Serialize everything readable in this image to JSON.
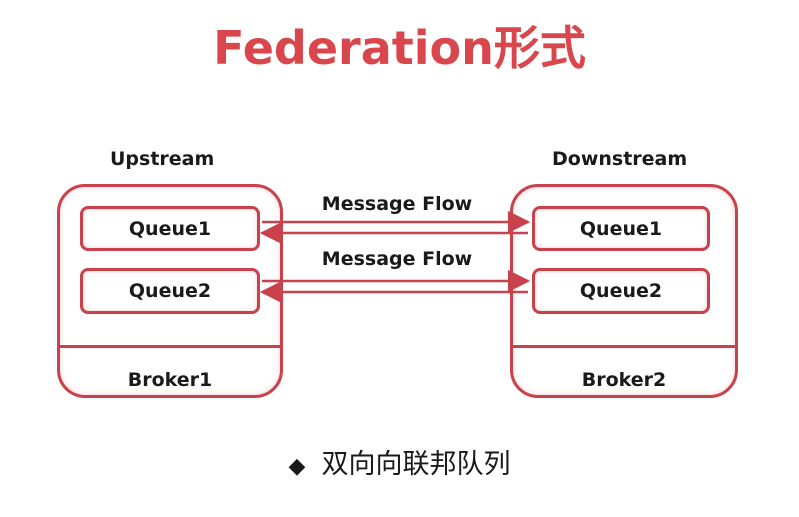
{
  "title": "Federation形式",
  "upstream": {
    "label": "Upstream",
    "broker": "Broker1",
    "queues": [
      "Queue1",
      "Queue2"
    ]
  },
  "downstream": {
    "label": "Downstream",
    "broker": "Broker2",
    "queues": [
      "Queue1",
      "Queue2"
    ]
  },
  "flows": [
    "Message Flow",
    "Message Flow"
  ],
  "caption": {
    "bullet": "◆",
    "text": "双向向联邦队列"
  },
  "colors": {
    "accent": "#d9464b",
    "border": "#c9414a"
  }
}
